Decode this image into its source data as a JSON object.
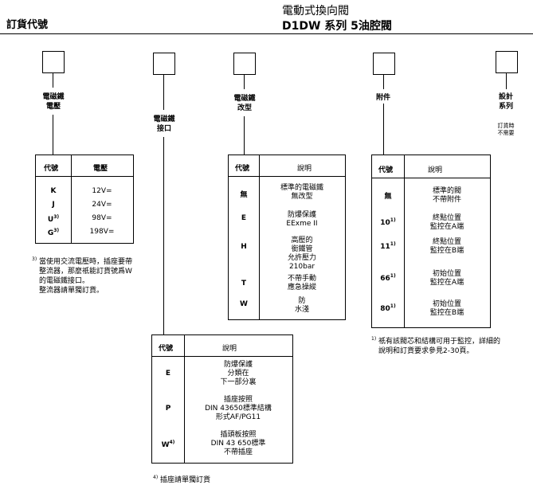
{
  "header": {
    "order_code": "訂貨代號",
    "title_line1": "電動式換向閥",
    "title_line2": "D1DW 系列 5油腔閥"
  },
  "fields": {
    "voltage": "電磁鐵\n電壓",
    "connector": "電磁鐵\n接口",
    "modification": "電磁鐵\n改型",
    "accessories": "附件",
    "design": "設計\n系列",
    "design_note": "訂貨時\n不需要"
  },
  "voltage_table": {
    "col_code": "代號",
    "col_voltage": "電壓",
    "rows": [
      {
        "code": "K",
        "sup": "",
        "value": "12V="
      },
      {
        "code": "J",
        "sup": "",
        "value": "24V="
      },
      {
        "code": "U",
        "sup": "3)",
        "value": "98V="
      },
      {
        "code": "G",
        "sup": "3)",
        "value": "198V="
      }
    ]
  },
  "voltage_note": {
    "mark": "3)",
    "line1": "當使用交流電壓時，插座要帶",
    "line2": "整流器，那麼祇能訂貨號爲W",
    "line3": "的電磁鐵接口。",
    "line4": "整流器請單獨訂貨。"
  },
  "modification_table": {
    "col_code": "代號",
    "col_desc": "說明",
    "rows": [
      {
        "code": "無",
        "desc": "標準的電磁鐵\n無改型"
      },
      {
        "code": "E",
        "desc": "防爆保護\nEExme II"
      },
      {
        "code": "H",
        "desc": "高壓的\n銜鐵管\n允許壓力\n210bar"
      },
      {
        "code": "T",
        "desc": "不帶手動\n應急操縱"
      },
      {
        "code": "W",
        "desc": "防\n水淺"
      }
    ]
  },
  "connector_table": {
    "col_code": "代號",
    "col_desc": "說明",
    "rows": [
      {
        "code": "E",
        "sup": "",
        "desc": "防爆保護\n分類在\n下一部分裏"
      },
      {
        "code": "P",
        "sup": "",
        "desc": "插座按照\nDIN 43650標準結構\n形式AF/PG11"
      },
      {
        "code": "W",
        "sup": "4)",
        "desc": "插頭板按照\nDIN 43 650標準\n不帶插座"
      }
    ]
  },
  "connector_note": {
    "mark": "4)",
    "text": "插座請單獨訂貨"
  },
  "accessory_table": {
    "col_code": "代號",
    "col_desc": "說明",
    "rows": [
      {
        "code": "無",
        "sup": "",
        "desc": "標準的閥\n不帶附件"
      },
      {
        "code": "10",
        "sup": "1)",
        "desc": "終點位置\n監控在A端"
      },
      {
        "code": "11",
        "sup": "1)",
        "desc": "終點位置\n監控在B端"
      },
      {
        "code": "66",
        "sup": "1)",
        "desc": "初始位置\n監控在A端"
      },
      {
        "code": "80",
        "sup": "1)",
        "desc": "初始位置\n監控在B端"
      }
    ]
  },
  "accessory_note": {
    "mark": "1)",
    "line1": "祇有該閥芯和結構可用于監控，詳細的",
    "line2": "說明和訂貨要求參見2-30頁。"
  }
}
